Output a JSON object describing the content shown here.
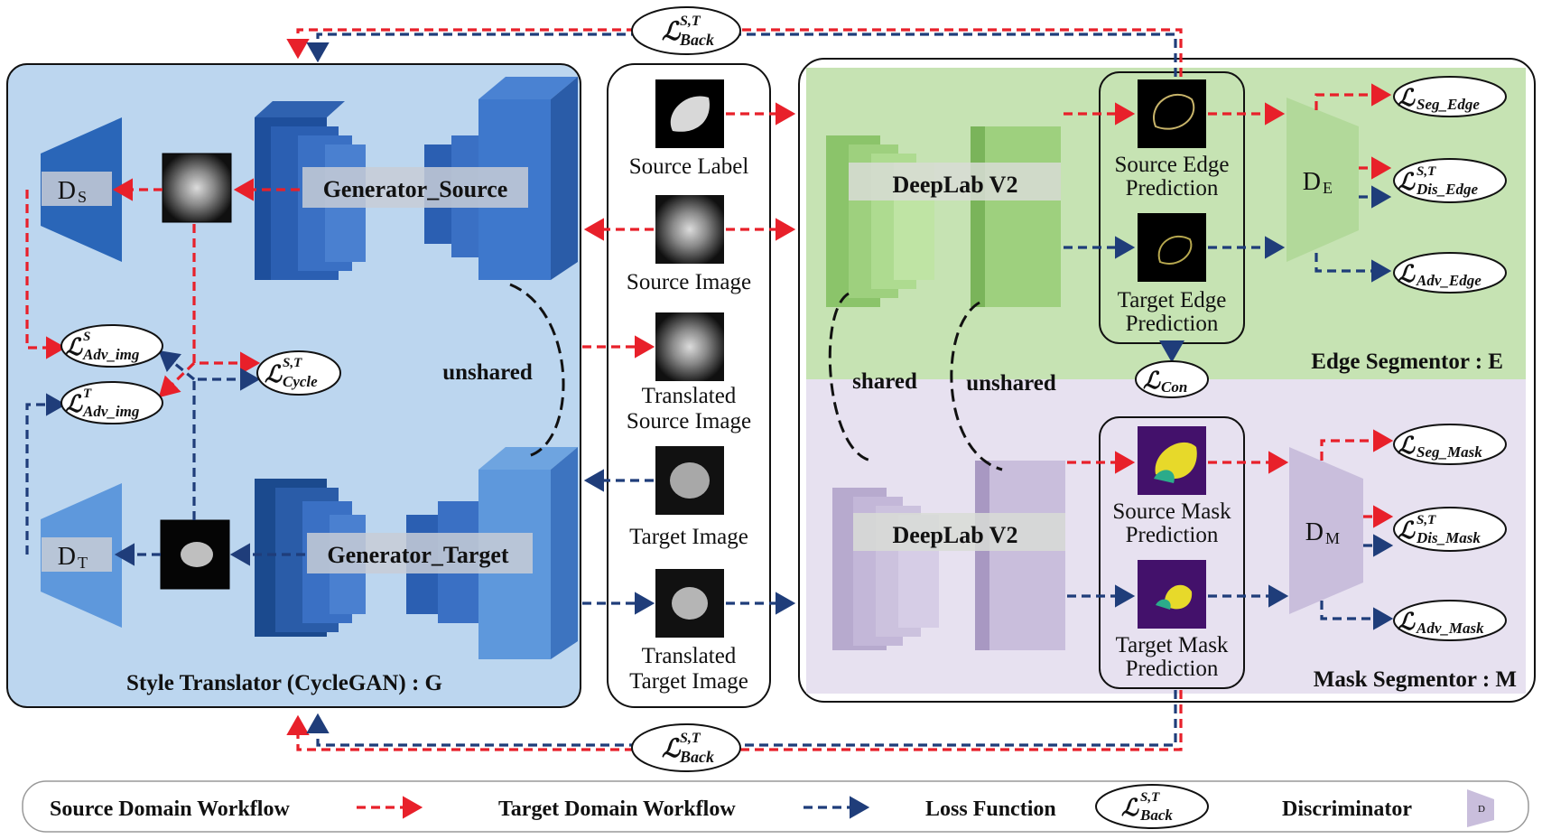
{
  "style_translator": {
    "title": "Style Translator (CycleGAN) : G",
    "generator_source": "Generator_Source",
    "generator_target": "Generator_Target",
    "unshared": "unshared",
    "ds_main": "D",
    "ds_sub": "S",
    "dt_main": "D",
    "dt_sub": "T"
  },
  "images": {
    "source_label": "Source Label",
    "source_image": "Source Image",
    "translated_source": [
      "Translated",
      "Source Image"
    ],
    "target_image": "Target Image",
    "translated_target": [
      "Translated",
      "Target Image"
    ]
  },
  "edge_segmentor": {
    "title": "Edge Segmentor : E",
    "deeplab": "DeepLab V2",
    "source_pred": [
      "Source Edge",
      "Prediction"
    ],
    "target_pred": [
      "Target Edge",
      "Prediction"
    ],
    "de_main": "D",
    "de_sub": "E"
  },
  "mask_segmentor": {
    "title": "Mask Segmentor : M",
    "deeplab": "DeepLab V2",
    "source_pred": [
      "Source Mask",
      "Prediction"
    ],
    "target_pred": [
      "Target Mask",
      "Prediction"
    ],
    "dm_main": "D",
    "dm_sub": "M"
  },
  "shared": "shared",
  "unshared_seg": "unshared",
  "losses": {
    "back_top": {
      "sup": "S,T",
      "sub": "Back"
    },
    "back_bottom": {
      "sup": "S,T",
      "sub": "Back"
    },
    "adv_img_s": {
      "sup": "S",
      "sub": "Adv_img"
    },
    "adv_img_t": {
      "sup": "T",
      "sub": "Adv_img"
    },
    "cycle": {
      "sup": "S,T",
      "sub": "Cycle"
    },
    "seg_edge": {
      "sup": "",
      "sub": "Seg_Edge"
    },
    "dis_edge": {
      "sup": "S,T",
      "sub": "Dis_Edge"
    },
    "adv_edge": {
      "sup": "",
      "sub": "Adv_Edge"
    },
    "con": {
      "sup": "",
      "sub": "Con"
    },
    "seg_mask": {
      "sup": "",
      "sub": "Seg_Mask"
    },
    "dis_mask": {
      "sup": "S,T",
      "sub": "Dis_Mask"
    },
    "adv_mask": {
      "sup": "",
      "sub": "Adv_Mask"
    },
    "legend": {
      "sup": "S,T",
      "sub": "Back"
    }
  },
  "loss_symbol": "ℒ",
  "legend": {
    "source": "Source Domain Workflow",
    "target": "Target Domain Workflow",
    "loss": "Loss Function",
    "disc": "Discriminator",
    "disc_icon": "D"
  },
  "colors": {
    "source_red": "#e8202a",
    "target_blue": "#1f3d7a",
    "translator_bg": "#bcd6ef",
    "edge_bg": "#c6e3b3",
    "mask_bg": "#e7e1f0"
  }
}
